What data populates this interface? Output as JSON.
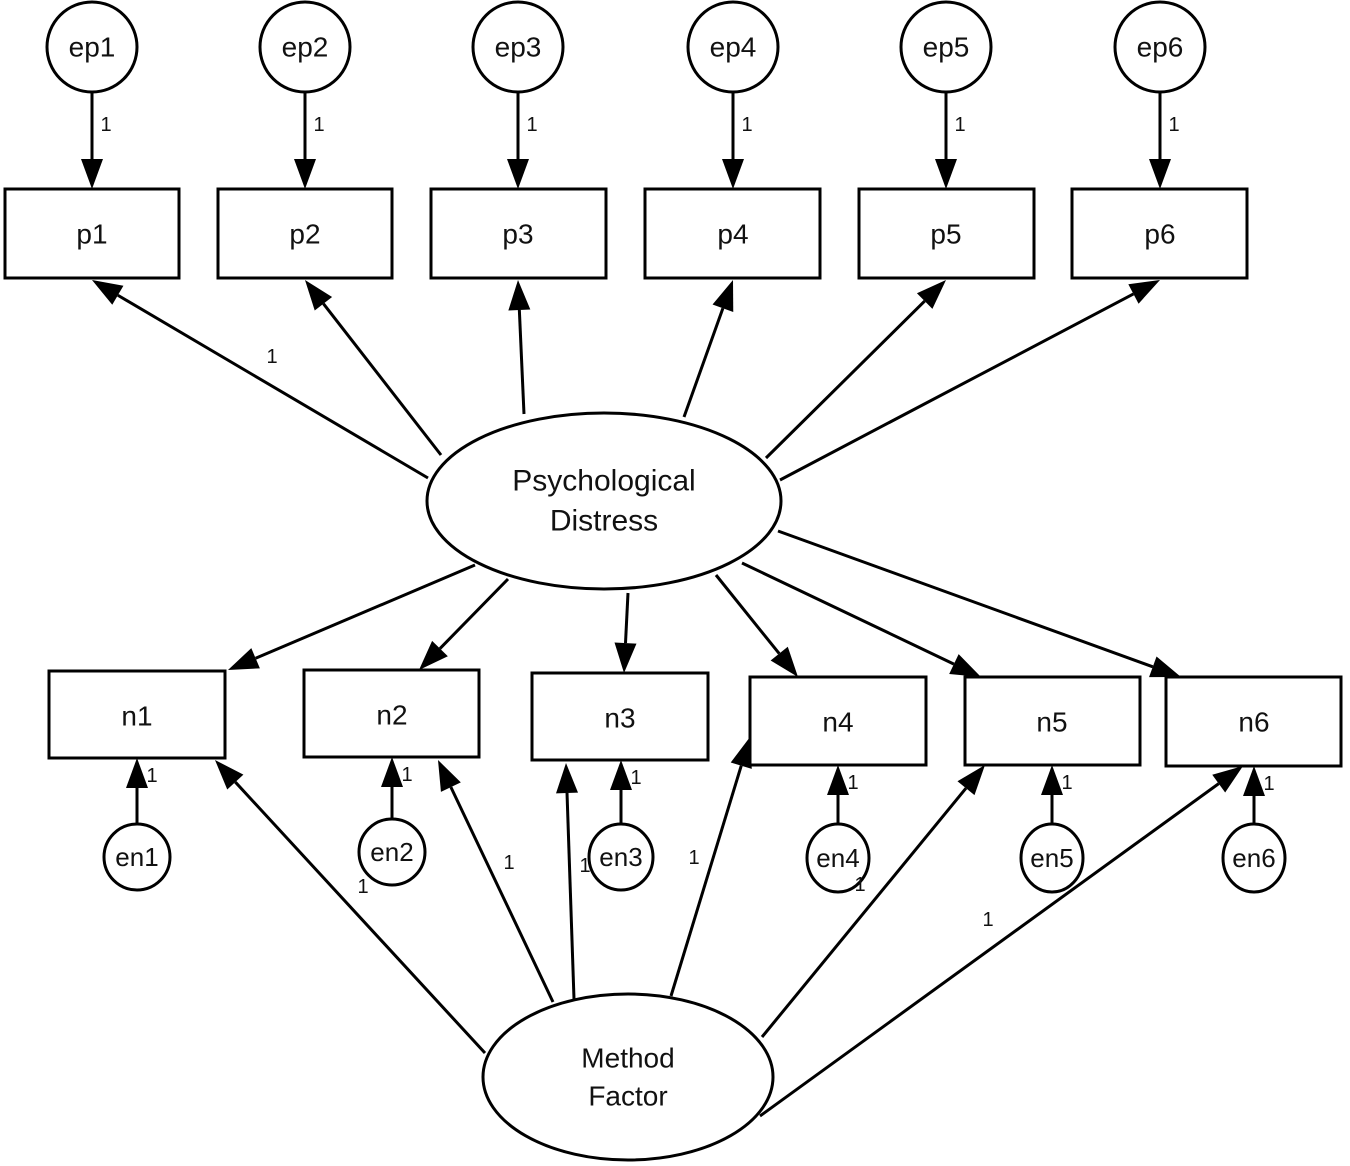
{
  "diagram": {
    "type": "structural-equation-model",
    "latent_factors": [
      {
        "id": "pd",
        "label_lines": [
          "Psychological",
          "Distress"
        ]
      },
      {
        "id": "mf",
        "label_lines": [
          "Method",
          "Factor"
        ]
      }
    ],
    "positive_items": [
      {
        "id": "p1",
        "label": "p1",
        "error": "ep1"
      },
      {
        "id": "p2",
        "label": "p2",
        "error": "ep2"
      },
      {
        "id": "p3",
        "label": "p3",
        "error": "ep3"
      },
      {
        "id": "p4",
        "label": "p4",
        "error": "ep4"
      },
      {
        "id": "p5",
        "label": "p5",
        "error": "ep5"
      },
      {
        "id": "p6",
        "label": "p6",
        "error": "ep6"
      }
    ],
    "negative_items": [
      {
        "id": "n1",
        "label": "n1",
        "error": "en1"
      },
      {
        "id": "n2",
        "label": "n2",
        "error": "en2"
      },
      {
        "id": "n3",
        "label": "n3",
        "error": "en3"
      },
      {
        "id": "n4",
        "label": "n4",
        "error": "en4"
      },
      {
        "id": "n5",
        "label": "n5",
        "error": "en5"
      },
      {
        "id": "n6",
        "label": "n6",
        "error": "en6"
      }
    ],
    "error_paths_weight": "1",
    "pd_loadings": [
      {
        "to": "p1",
        "label": "1"
      },
      {
        "to": "p2",
        "label": ""
      },
      {
        "to": "p3",
        "label": ""
      },
      {
        "to": "p4",
        "label": ""
      },
      {
        "to": "p5",
        "label": ""
      },
      {
        "to": "p6",
        "label": ""
      },
      {
        "to": "n1",
        "label": ""
      },
      {
        "to": "n2",
        "label": ""
      },
      {
        "to": "n3",
        "label": ""
      },
      {
        "to": "n4",
        "label": ""
      },
      {
        "to": "n5",
        "label": ""
      },
      {
        "to": "n6",
        "label": ""
      }
    ],
    "mf_loadings": [
      {
        "to": "n1",
        "label": "1"
      },
      {
        "to": "n2",
        "label": "1"
      },
      {
        "to": "n3",
        "label": "1"
      },
      {
        "to": "n4",
        "label": "1"
      },
      {
        "to": "n5",
        "label": "1"
      },
      {
        "to": "n6",
        "label": "1"
      }
    ]
  }
}
